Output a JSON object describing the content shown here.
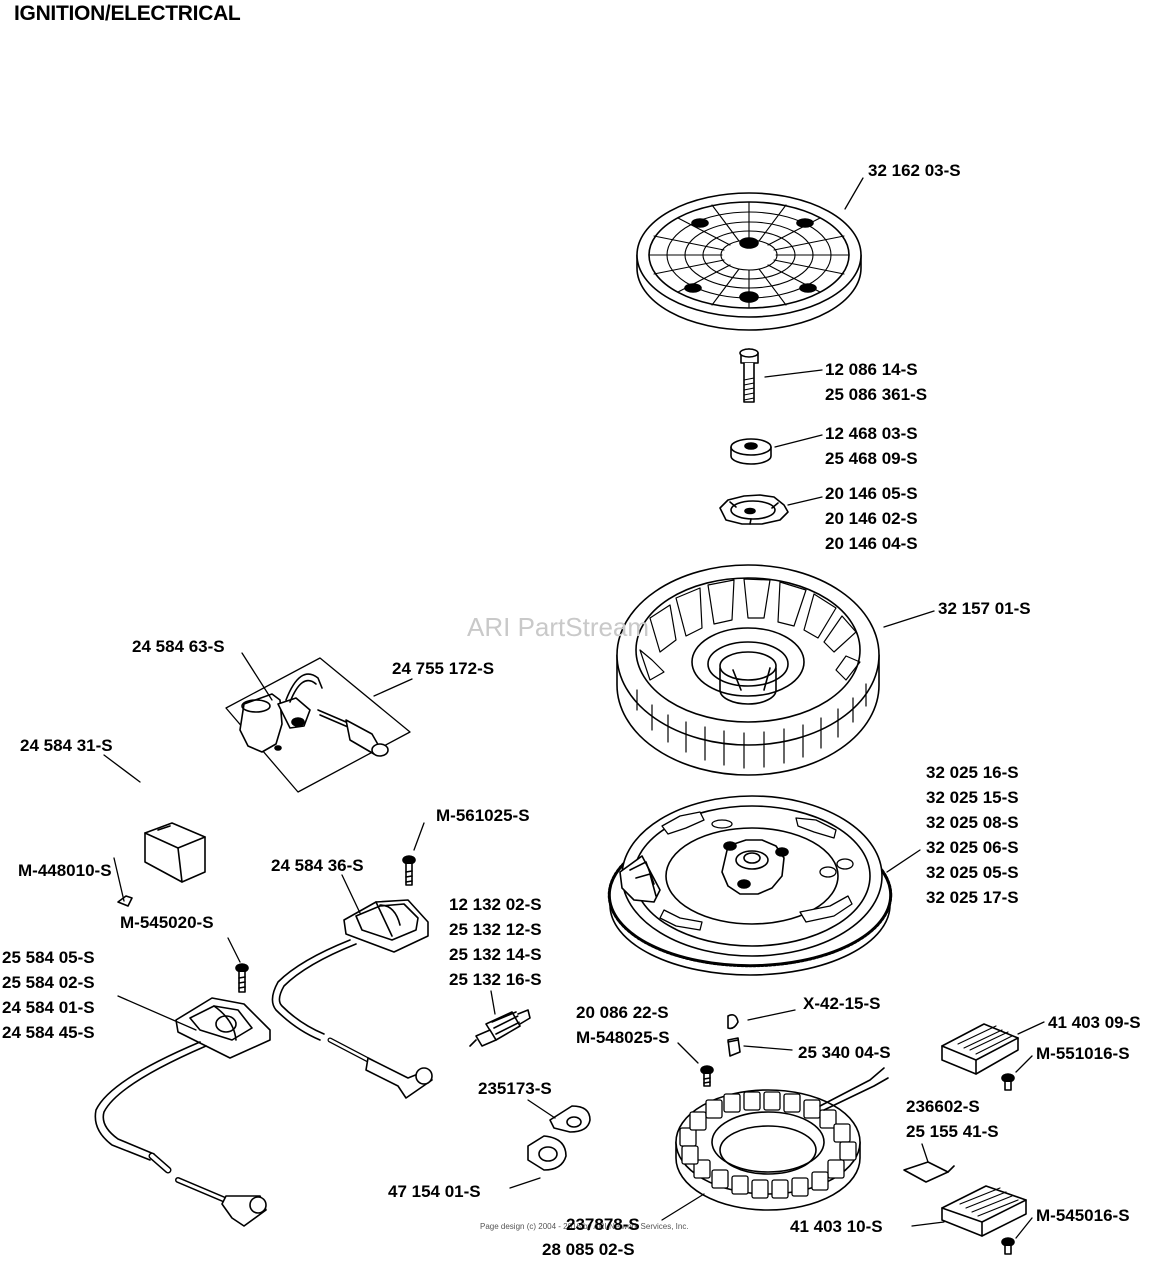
{
  "title": "IGNITION/ELECTRICAL",
  "watermark": "ARI PartStream",
  "footer": "Page design (c) 2004 - 2016 by ARI Network Services, Inc.",
  "labels": {
    "fan_screen": [
      "32 162 03-S"
    ],
    "flywheel_screw": [
      "12 086 14-S",
      "25 086 361-S"
    ],
    "washer": [
      "12 468 03-S",
      "25 468 09-S"
    ],
    "retainer": [
      "20 146 05-S",
      "20 146 02-S",
      "20 146 04-S"
    ],
    "fan": [
      "32 157 01-S"
    ],
    "ignition_module_kit_coil": [
      "24 584 63-S"
    ],
    "ignition_module_kit": [
      "24 755 172-S"
    ],
    "rectifier_module": [
      "24 584 31-S"
    ],
    "screw_448010": [
      "M-448010-S"
    ],
    "screw_561025": [
      "M-561025-S"
    ],
    "ignition_module_upper": [
      "24 584 36-S"
    ],
    "flywheel": [
      "32 025 16-S",
      "32 025 15-S",
      "32 025 08-S",
      "32 025 06-S",
      "32 025 05-S",
      "32 025 17-S"
    ],
    "spark_plug": [
      "12 132 02-S",
      "25 132 12-S",
      "25 132 14-S",
      "25 132 16-S"
    ],
    "screw_545020": [
      "M-545020-S"
    ],
    "ignition_module_lower": [
      "25 584 05-S",
      "25 584 02-S",
      "24 584 01-S",
      "24 584 45-S"
    ],
    "key": [
      "X-42-15-S"
    ],
    "stator_screw": [
      "20 086 22-S",
      "M-548025-S"
    ],
    "key_block": [
      "25 340 04-S"
    ],
    "regulator_upper": [
      "41 403 09-S"
    ],
    "screw_551016": [
      "M-551016-S"
    ],
    "clip": [
      "235173-S"
    ],
    "clamp_kit": [
      "236602-S",
      "25 155 41-S"
    ],
    "clamp": [
      "47 154 01-S"
    ],
    "stator": [
      "237878-S",
      "28 085 02-S"
    ],
    "regulator_lower": [
      "41 403 10-S"
    ],
    "screw_545016": [
      "M-545016-S"
    ]
  }
}
